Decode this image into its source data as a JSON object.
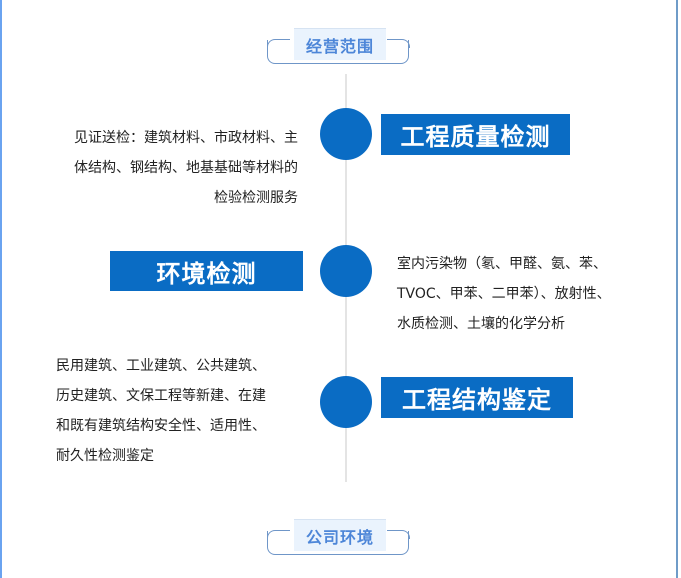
{
  "sections": {
    "business_scope": {
      "title": "经营范围"
    },
    "company_environment": {
      "title": "公司环境"
    }
  },
  "timeline": [
    {
      "title": "工程质量检测",
      "description_lines": [
        "见证送检：建筑材料、市政材料、主",
        "体结构、钢结构、地基基础等材料的",
        "检验检测服务"
      ]
    },
    {
      "title": "环境检测",
      "description_lines": [
        "室内污染物（氡、甲醛、氨、苯、",
        "TVOC、甲苯、二甲苯）、放射性、",
        "水质检测、土壤的化学分析"
      ]
    },
    {
      "title": "工程结构鉴定",
      "description_lines": [
        "民用建筑、工业建筑、公共建筑、",
        "历史建筑、文保工程等新建、在建",
        "和既有建筑结构安全性、适用性、",
        "耐久性检测鉴定"
      ]
    }
  ],
  "colors": {
    "accent": "#0a6cc4",
    "heading_text": "#4d86d8",
    "heading_bg": "#eaf3fd",
    "frame": "#6f96c8",
    "timeline_line": "#e4e4e4"
  }
}
